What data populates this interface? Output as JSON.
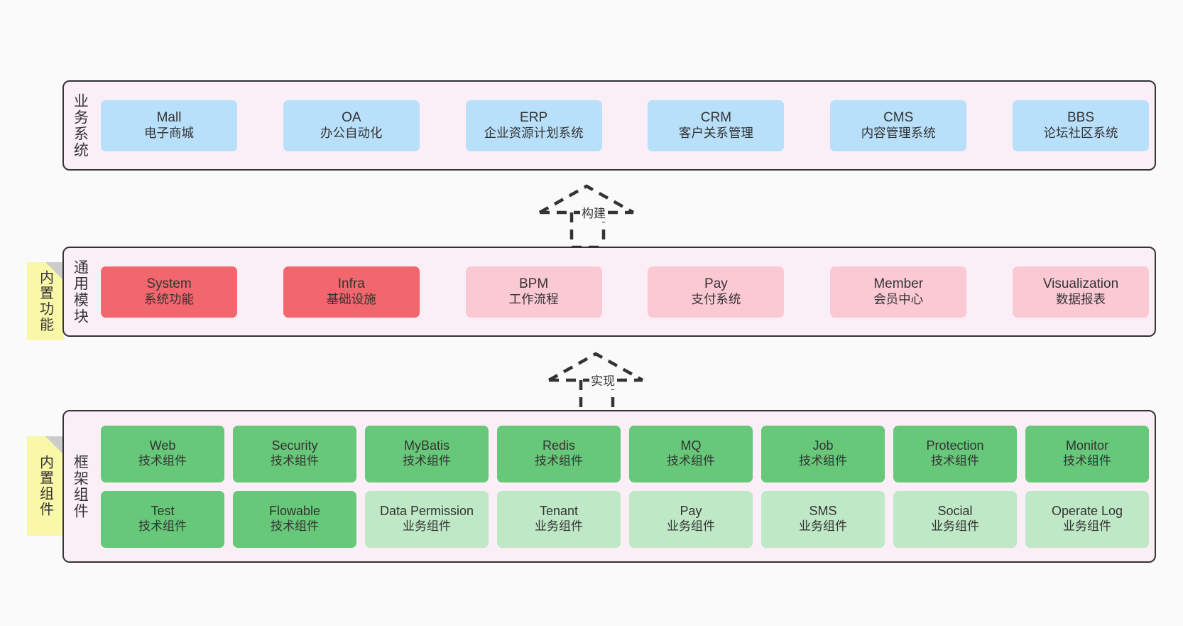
{
  "diagram": {
    "background_color": "#fafafa",
    "band_fill": "#fbeff7",
    "note_color": "#f9f7a8"
  },
  "bands": {
    "business": {
      "title": "业务系统",
      "cards": [
        {
          "name": "Mall",
          "desc": "电子商城"
        },
        {
          "name": "OA",
          "desc": "办公自动化"
        },
        {
          "name": "ERP",
          "desc": "企业资源计划系统"
        },
        {
          "name": "CRM",
          "desc": "客户关系管理"
        },
        {
          "name": "CMS",
          "desc": "内容管理系统"
        },
        {
          "name": "BBS",
          "desc": "论坛社区系统"
        }
      ]
    },
    "modules": {
      "title": "通用模块",
      "cards": [
        {
          "name": "System",
          "desc": "系统功能",
          "color": "#f2676d"
        },
        {
          "name": "Infra",
          "desc": "基础设施",
          "color": "#f2676d"
        },
        {
          "name": "BPM",
          "desc": "工作流程",
          "color": "#fbc9d4"
        },
        {
          "name": "Pay",
          "desc": "支付系统",
          "color": "#fbc9d4"
        },
        {
          "name": "Member",
          "desc": "会员中心",
          "color": "#fbc9d4"
        },
        {
          "name": "Visualization",
          "desc": "数据报表",
          "color": "#fbc9d4"
        }
      ]
    },
    "framework": {
      "title": "框架组件",
      "row1": [
        {
          "name": "Web",
          "desc": "技术组件",
          "color": "#66c878"
        },
        {
          "name": "Security",
          "desc": "技术组件",
          "color": "#66c878"
        },
        {
          "name": "MyBatis",
          "desc": "技术组件",
          "color": "#66c878"
        },
        {
          "name": "Redis",
          "desc": "技术组件",
          "color": "#66c878"
        },
        {
          "name": "MQ",
          "desc": "技术组件",
          "color": "#66c878"
        },
        {
          "name": "Job",
          "desc": "技术组件",
          "color": "#66c878"
        },
        {
          "name": "Protection",
          "desc": "技术组件",
          "color": "#66c878"
        },
        {
          "name": "Monitor",
          "desc": "技术组件",
          "color": "#66c878"
        }
      ],
      "row2": [
        {
          "name": "Test",
          "desc": "技术组件",
          "color": "#66c878"
        },
        {
          "name": "Flowable",
          "desc": "技术组件",
          "color": "#66c878"
        },
        {
          "name": "Data Permission",
          "desc": "业务组件",
          "color": "#bfe8c6"
        },
        {
          "name": "Tenant",
          "desc": "业务组件",
          "color": "#bfe8c6"
        },
        {
          "name": "Pay",
          "desc": "业务组件",
          "color": "#bfe8c6"
        },
        {
          "name": "SMS",
          "desc": "业务组件",
          "color": "#bfe8c6"
        },
        {
          "name": "Social",
          "desc": "业务组件",
          "color": "#bfe8c6"
        },
        {
          "name": "Operate Log",
          "desc": "业务组件",
          "color": "#bfe8c6"
        }
      ]
    }
  },
  "notes": [
    {
      "label": "内置功能"
    },
    {
      "label": "内置组件"
    }
  ],
  "connectors": [
    {
      "label": "构建"
    },
    {
      "label": "实现"
    }
  ]
}
